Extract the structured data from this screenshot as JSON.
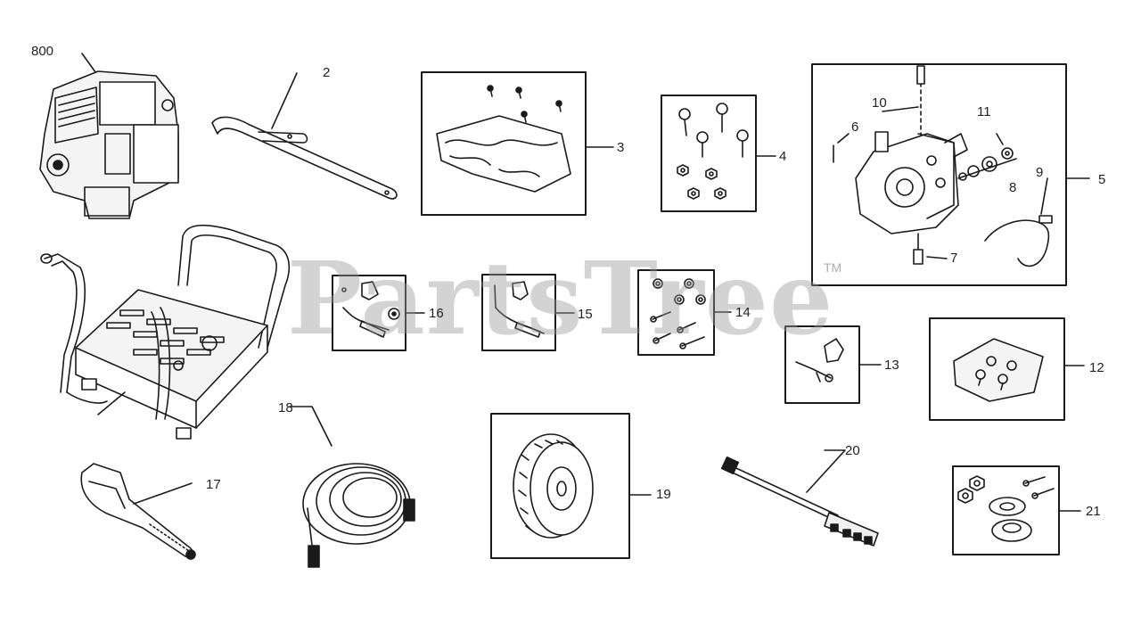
{
  "watermark": {
    "text": "PartsTree",
    "tm": "TM"
  },
  "callouts": {
    "p800": "800",
    "p2": "2",
    "p3": "3",
    "p4": "4",
    "p5": "5",
    "p6": "6",
    "p7": "7",
    "p8": "8",
    "p9": "9",
    "p10": "10",
    "p11": "11",
    "p12": "12",
    "p13": "13",
    "p14": "14",
    "p15": "15",
    "p16": "16",
    "p17": "17",
    "p18": "18",
    "p19": "19",
    "p20": "20",
    "p21": "21"
  },
  "colors": {
    "ink": "#1a1a1a",
    "watermark": "#969696",
    "paper": "#ffffff"
  }
}
